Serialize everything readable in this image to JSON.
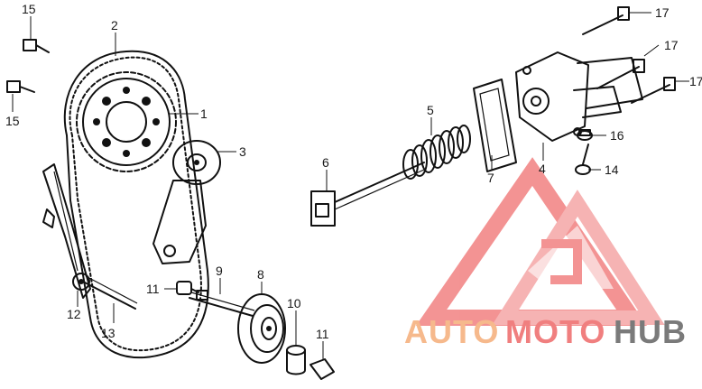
{
  "callouts": [
    {
      "label": "1"
    },
    {
      "label": "2"
    },
    {
      "label": "3"
    },
    {
      "label": "4"
    },
    {
      "label": "5"
    },
    {
      "label": "6"
    },
    {
      "label": "7"
    },
    {
      "label": "8"
    },
    {
      "label": "9"
    },
    {
      "label": "10"
    },
    {
      "label": "11"
    },
    {
      "label": "11"
    },
    {
      "label": "12"
    },
    {
      "label": "13"
    },
    {
      "label": "14"
    },
    {
      "label": "15"
    },
    {
      "label": "15"
    },
    {
      "label": "16"
    },
    {
      "label": "17"
    },
    {
      "label": "17"
    },
    {
      "label": "17"
    }
  ],
  "watermark": {
    "part1": "AUTO",
    "part2": "MOTO",
    "part3": "HUB",
    "color_auto": "#f6b98c",
    "color_moto": "#f07f7f",
    "color_hub": "#7a7a7a"
  }
}
